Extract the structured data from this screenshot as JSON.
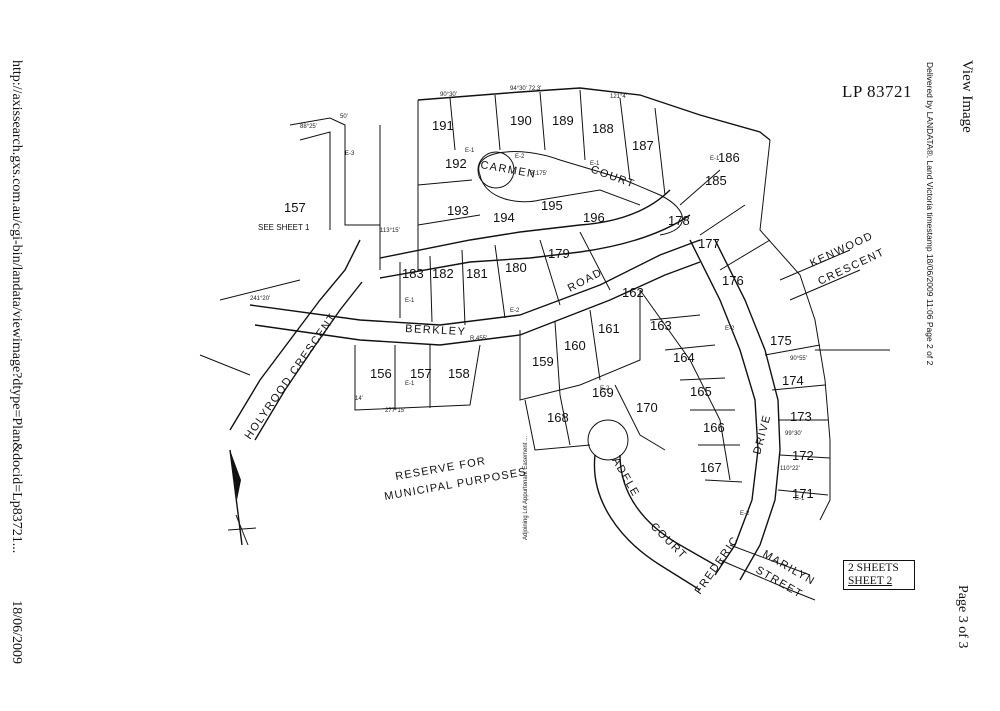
{
  "header": {
    "url_text": "http://axissearch.gxs.com.au/cgi-bin/landata/viewimage?dtype=Plan&docid=Lp83721...",
    "date_text": "18/06/2009",
    "view_image": "View Image",
    "delivered_text": "Delivered by LANDATA®.  Land Victoria timestamp 18/06/2009 11:06   Page 2 of 2",
    "page_of": "Page 3 of 3"
  },
  "plan": {
    "lp_number": "LP 83721",
    "sheets_total": "2 SHEETS",
    "sheet_current": "SHEET 2",
    "see_sheet": "SEE SHEET 1",
    "lot_157_outer": "157",
    "reserve_line1": "RESERVE   FOR",
    "reserve_line2": "MUNICIPAL  PURPOSES",
    "easement_note": "Adjoining Lot Appurtenant Easement ...",
    "roads": {
      "carmen": "CARMEN",
      "court": "COURT",
      "road": "ROAD",
      "berkley": "BERKLEY",
      "holyrood": "HOLYROOD  CRESCENT",
      "kenwood": "KENWOOD",
      "kenwood_crescent": "CRESCENT",
      "drive": "DRIVE",
      "adele": "ADELE",
      "adele_court": "COURT",
      "frederic": "FREDERIC",
      "marilyn": "MARILYN",
      "street": "STREET"
    },
    "lots": [
      {
        "id": "191"
      },
      {
        "id": "190"
      },
      {
        "id": "189"
      },
      {
        "id": "188"
      },
      {
        "id": "187"
      },
      {
        "id": "186"
      },
      {
        "id": "185"
      },
      {
        "id": "192"
      },
      {
        "id": "193"
      },
      {
        "id": "194"
      },
      {
        "id": "195"
      },
      {
        "id": "196"
      },
      {
        "id": "178"
      },
      {
        "id": "177"
      },
      {
        "id": "176"
      },
      {
        "id": "175"
      },
      {
        "id": "174"
      },
      {
        "id": "173"
      },
      {
        "id": "172"
      },
      {
        "id": "171"
      },
      {
        "id": "183"
      },
      {
        "id": "182"
      },
      {
        "id": "181"
      },
      {
        "id": "180"
      },
      {
        "id": "179"
      },
      {
        "id": "162"
      },
      {
        "id": "163"
      },
      {
        "id": "164"
      },
      {
        "id": "165"
      },
      {
        "id": "166"
      },
      {
        "id": "167"
      },
      {
        "id": "161"
      },
      {
        "id": "160"
      },
      {
        "id": "159"
      },
      {
        "id": "169"
      },
      {
        "id": "170"
      },
      {
        "id": "168"
      },
      {
        "id": "156"
      },
      {
        "id": "157"
      },
      {
        "id": "158"
      }
    ]
  }
}
